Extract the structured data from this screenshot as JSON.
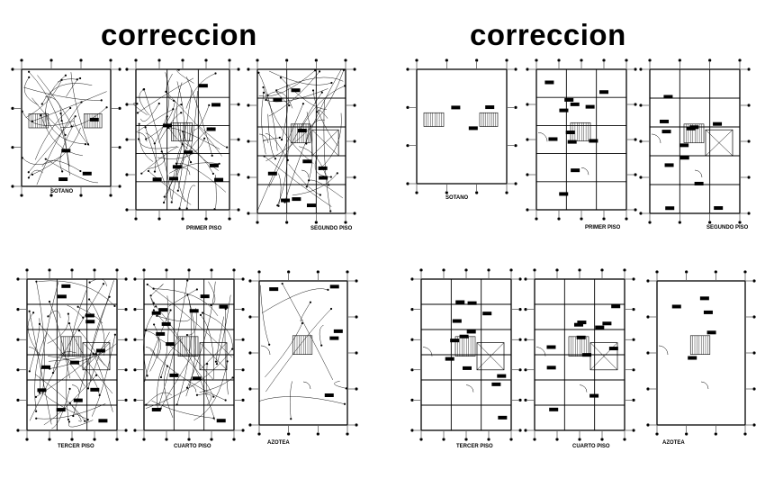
{
  "headings": {
    "left": "correccion",
    "right": "correccion"
  },
  "left_set": {
    "top_row": {
      "p1": "SOTANO",
      "p2": "PRIMER PISO",
      "p3": "SEGUNDO PISO"
    },
    "bottom_row": {
      "p1": "TERCER PISO",
      "p2": "CUARTO PISO",
      "p3": "AZOTEA"
    }
  },
  "right_set": {
    "top_row": {
      "p1": "SOTANO",
      "p2": "PRIMER PISO",
      "p3": "SEGUNDO PISO"
    },
    "bottom_row": {
      "p1": "TERCER PISO",
      "p2": "CUARTO PISO",
      "p3": "AZOTEA"
    }
  },
  "colors": {
    "ink": "#000000",
    "paper": "#ffffff"
  }
}
